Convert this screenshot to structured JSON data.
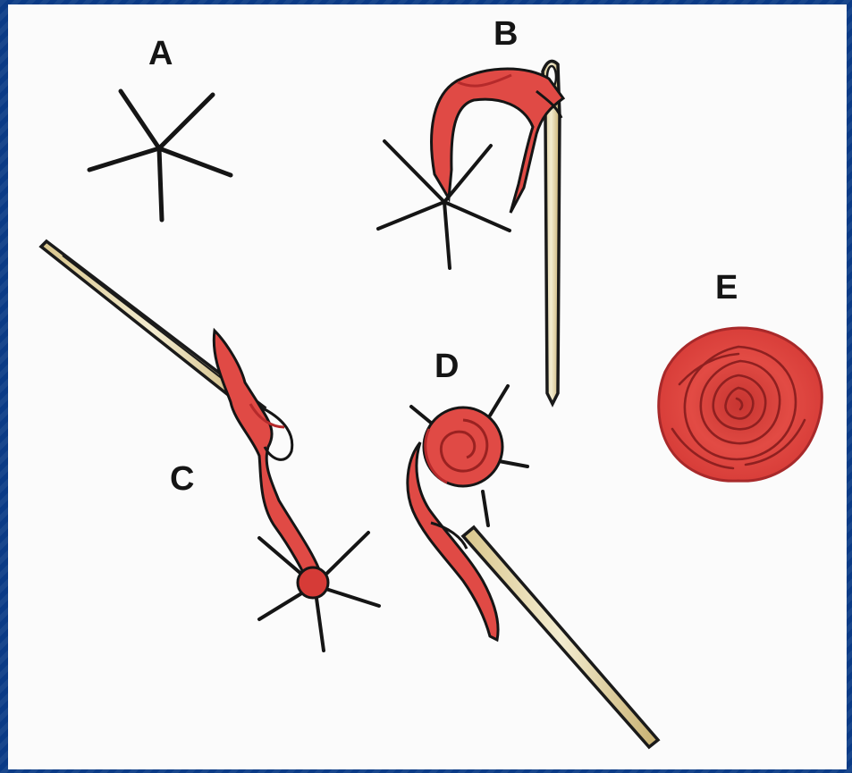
{
  "labels": {
    "a": "A",
    "b": "B",
    "c": "C",
    "d": "D",
    "e": "E"
  },
  "colors": {
    "frame": "#0b3b86",
    "ribbon": "#e04a45",
    "ribbon_dark": "#b52a2b",
    "rose": "#e0453f",
    "ink": "#151515"
  }
}
